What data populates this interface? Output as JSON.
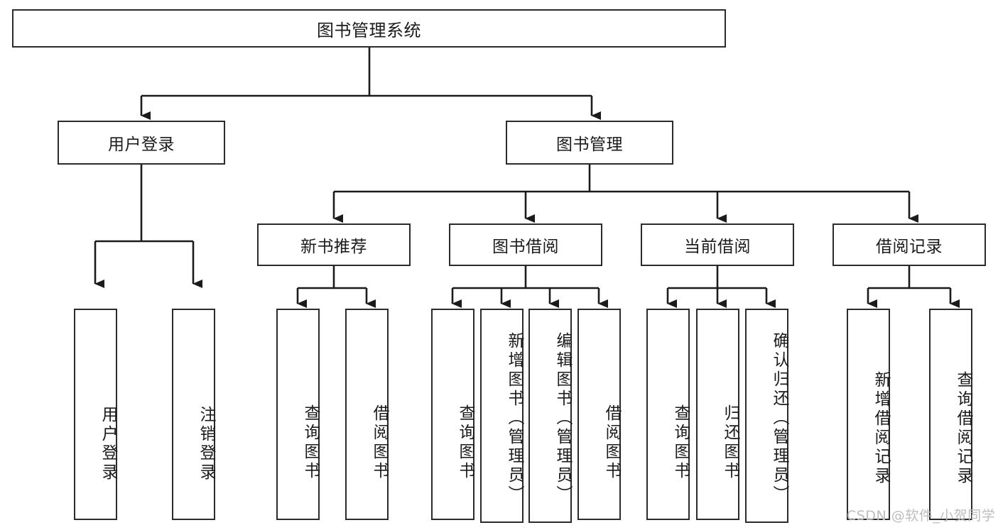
{
  "diagram": {
    "title": "图书管理系统",
    "type": "hierarchy-tree",
    "watermark": "CSDN @软件_小贺同学",
    "colors": {
      "box_border": "#2b2b2b",
      "box_fill": "#ffffff",
      "line": "#1b1b1b",
      "text": "#1b1b1b",
      "watermark": "#bdbdbd"
    },
    "levels": {
      "level1": [
        {
          "id": "root",
          "label": "图书管理系统"
        }
      ],
      "level2": [
        {
          "id": "user-login",
          "label": "用户登录"
        },
        {
          "id": "book-manage",
          "label": "图书管理"
        }
      ],
      "level3": [
        {
          "id": "new-book-recommend",
          "label": "新书推荐"
        },
        {
          "id": "book-borrow",
          "label": "图书借阅"
        },
        {
          "id": "current-borrow",
          "label": "当前借阅"
        },
        {
          "id": "borrow-record",
          "label": "借阅记录"
        }
      ],
      "level4": [
        {
          "id": "leaf-user-login",
          "label": "用户登录",
          "parent": "user-login"
        },
        {
          "id": "leaf-logout",
          "label": "注销登录",
          "parent": "user-login"
        },
        {
          "id": "leaf-query-book-1",
          "label": "查询图书",
          "parent": "new-book-recommend"
        },
        {
          "id": "leaf-borrow-book-1",
          "label": "借阅图书",
          "parent": "new-book-recommend"
        },
        {
          "id": "leaf-query-book-2",
          "label": "查询图书",
          "parent": "book-borrow"
        },
        {
          "id": "leaf-add-book",
          "label": "新增图书（管理员）",
          "parent": "book-borrow"
        },
        {
          "id": "leaf-edit-book",
          "label": "编辑图书（管理员）",
          "parent": "book-borrow"
        },
        {
          "id": "leaf-borrow-book-2",
          "label": "借阅图书",
          "parent": "book-borrow"
        },
        {
          "id": "leaf-query-book-3",
          "label": "查询图书",
          "parent": "current-borrow"
        },
        {
          "id": "leaf-return-book",
          "label": "归还图书",
          "parent": "current-borrow"
        },
        {
          "id": "leaf-confirm-return",
          "label": "确认归还（管理员）",
          "parent": "current-borrow"
        },
        {
          "id": "leaf-add-record",
          "label": "新增借阅记录",
          "parent": "borrow-record"
        },
        {
          "id": "leaf-query-record",
          "label": "查询借阅记录",
          "parent": "borrow-record"
        }
      ]
    }
  }
}
